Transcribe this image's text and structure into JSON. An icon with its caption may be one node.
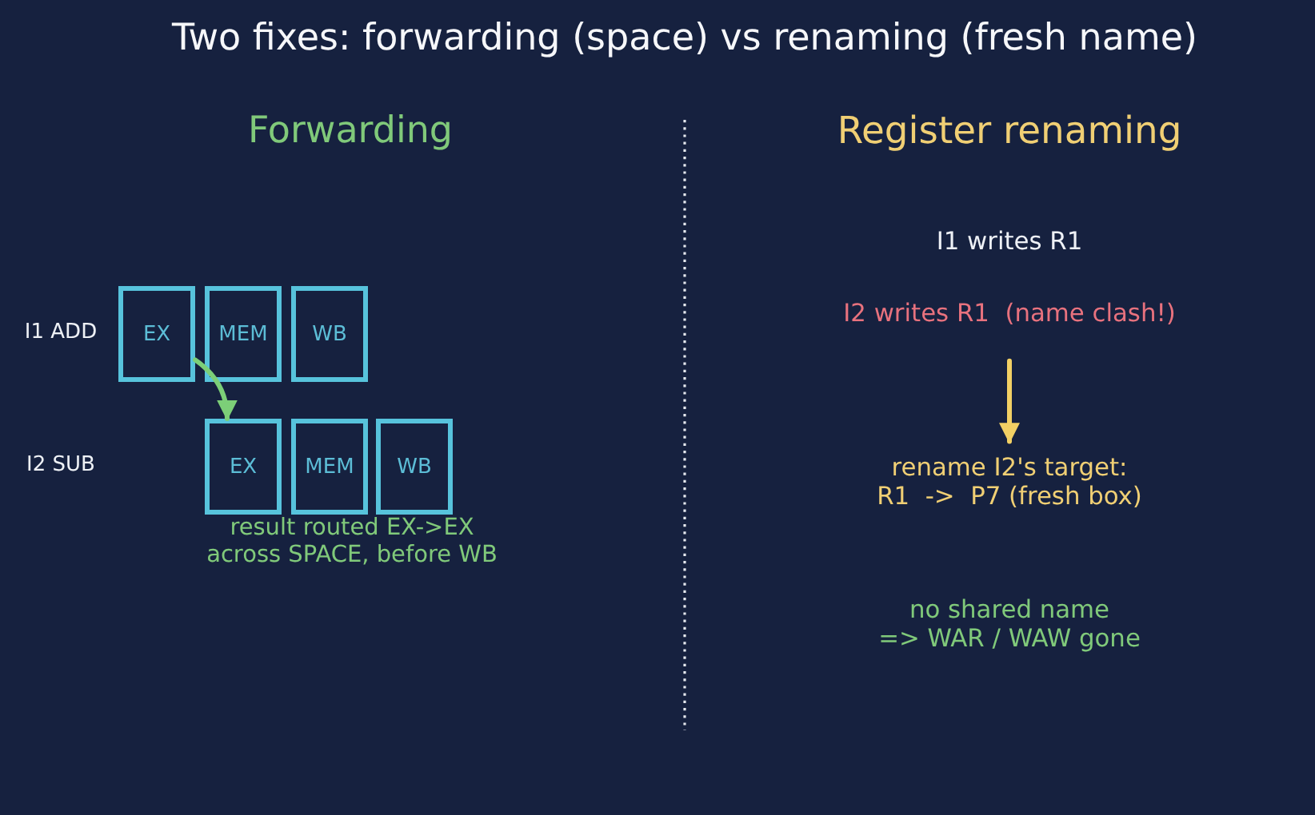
{
  "diagram": {
    "title": "Two fixes: forwarding (space) vs renaming (fresh name)",
    "nodes": [
      {
        "text": [
          "EX"
        ]
      },
      {
        "text": [
          "MEM"
        ]
      },
      {
        "text": [
          "WB"
        ]
      },
      {
        "text": [
          "EX"
        ]
      },
      {
        "text": [
          "MEM"
        ]
      },
      {
        "text": [
          "WB"
        ]
      },
      {
        "text": [
          "I2 writes R1  (name clash!)"
        ]
      },
      {
        "text": [
          "rename I2's target: R1  ->  P7 (fresh box)"
        ]
      }
    ],
    "edges": [
      {
        "from": 0,
        "to": 3,
        "arrow": "to",
        "color": "#7ccf78"
      },
      {
        "from": 6,
        "to": 7,
        "arrow": "to",
        "color": "#f2d064"
      }
    ],
    "labels": [
      "Forwarding",
      "I1 ADD",
      "I2 SUB",
      "result routed EX->EX across SPACE, before WB",
      "Register renaming",
      "I1 writes R1",
      "no shared name => WAR / WAW gone"
    ]
  }
}
